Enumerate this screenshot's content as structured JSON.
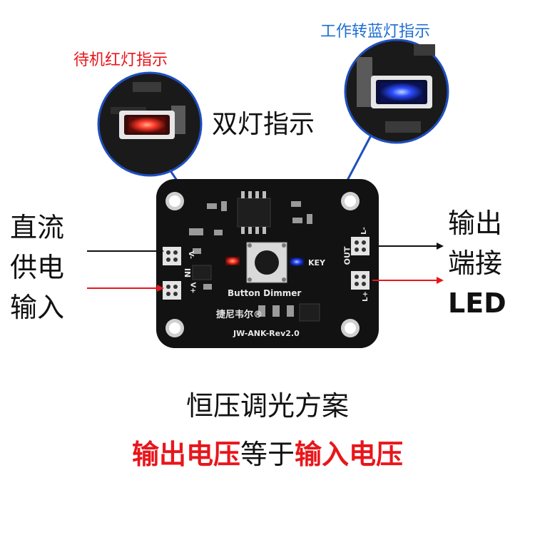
{
  "labels": {
    "standby_red": "待机红灯指示",
    "working_blue": "工作转蓝灯指示",
    "dual_light": "双灯指示"
  },
  "left_text": [
    "直流",
    "供电",
    "输入"
  ],
  "right_text": [
    "输出",
    "端接",
    "LED"
  ],
  "board": {
    "button_label": "Button Dimmer",
    "model": "JW-ANK-Rev2.0",
    "brand": "捷尼韦尔",
    "key": "KEY",
    "out": "OUT",
    "in": "IN",
    "l_minus": "L-",
    "l_plus": "L+",
    "v_minus": "V-",
    "v_plus": "V+",
    "registered": "®"
  },
  "bottom": {
    "line1": "恒压调光方案",
    "line2_a": "输出电压",
    "line2_b": "等于",
    "line2_c": "输入电压"
  },
  "colors": {
    "red_text": "#e8161b",
    "blue_text": "#1f6fd1",
    "pcb": "#121212",
    "red_led": "#ff3a2a",
    "blue_led": "#2b4dff"
  }
}
